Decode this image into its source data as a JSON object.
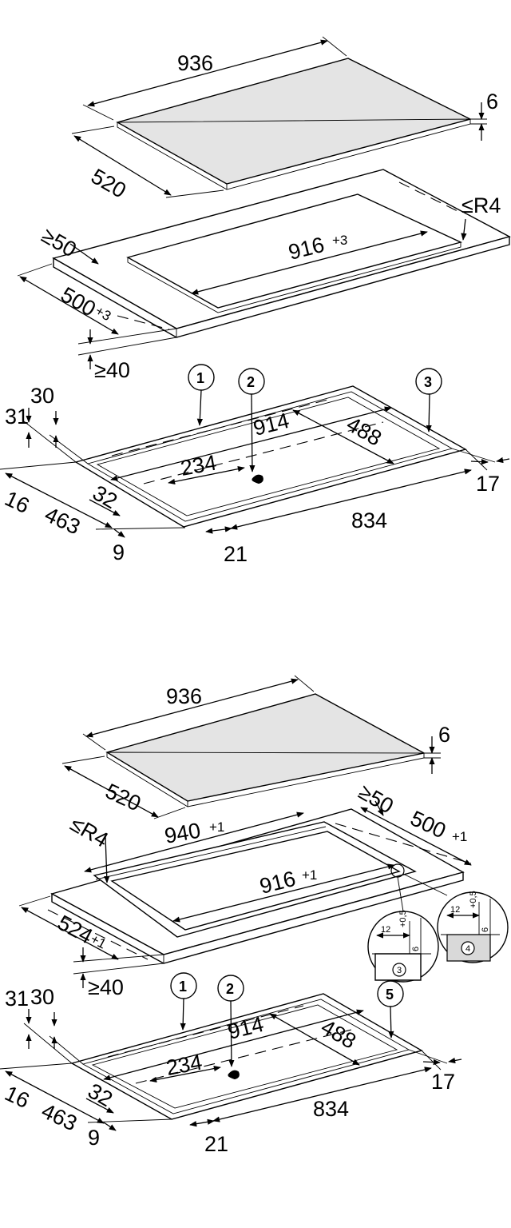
{
  "diagram_a": {
    "hob_top": {
      "width": "936",
      "depth": "520",
      "thickness": "6"
    },
    "cutout": {
      "min_back": "≥50",
      "radius": "≤R4",
      "width": "916",
      "width_tol": "+3",
      "depth": "500",
      "depth_tol": "+3",
      "min_thickness": "≥40"
    },
    "body": {
      "callout_1": "1",
      "callout_2": "2",
      "callout_3": "3",
      "d31": "31",
      "d30": "30",
      "d914": "914",
      "d488": "488",
      "d234": "234",
      "d16": "16",
      "d32": "32",
      "d463": "463",
      "d9": "9",
      "d21": "21",
      "d834": "834",
      "d17": "17"
    }
  },
  "diagram_b": {
    "hob_top": {
      "width": "936",
      "depth": "520",
      "thickness": "6"
    },
    "cutout": {
      "radius": "≤R4",
      "outer_width": "940",
      "outer_width_tol": "+1",
      "min_back": "≥50",
      "outer_depth": "500",
      "outer_depth_tol": "+1",
      "width": "916",
      "width_tol": "+1",
      "depth": "524",
      "depth_tol": "+1",
      "min_thickness": "≥40"
    },
    "details": {
      "left_w": "12",
      "left_tol": "+0,5",
      "left_h": "6",
      "left_label": "3",
      "right_w": "12",
      "right_tol": "+0,5",
      "right_h": "6",
      "right_label": "4"
    },
    "body": {
      "callout_1": "1",
      "callout_2": "2",
      "callout_5": "5",
      "d31": "31",
      "d30": "30",
      "d914": "914",
      "d488": "488",
      "d234": "234",
      "d16": "16",
      "d32": "32",
      "d463": "463",
      "d9": "9",
      "d21": "21",
      "d834": "834",
      "d17": "17"
    }
  }
}
